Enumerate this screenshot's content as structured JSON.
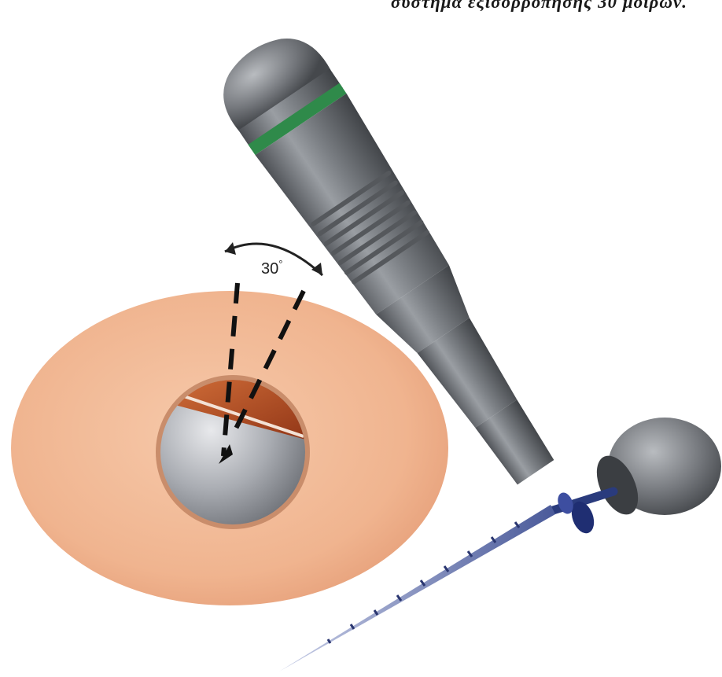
{
  "caption": "σύστημα εξισορρόπησης 30 μοιρών.",
  "angle_label": "30",
  "angle_unit_symbol": "°",
  "colors": {
    "tooth_crown": "#f0b48f",
    "pulp_chamber": "#9a9da3",
    "pulp_tissue": "#b24a22",
    "handpiece_body": "#6f7378",
    "handpiece_band": "#2f8a4a",
    "file_shaft": "#4a5a9a",
    "stopper": "#1f2e72",
    "marker_lines": "#111111"
  },
  "elements": [
    "tooth-crown",
    "access-cavity",
    "handpiece",
    "endodontic-file",
    "rotation-arc"
  ]
}
